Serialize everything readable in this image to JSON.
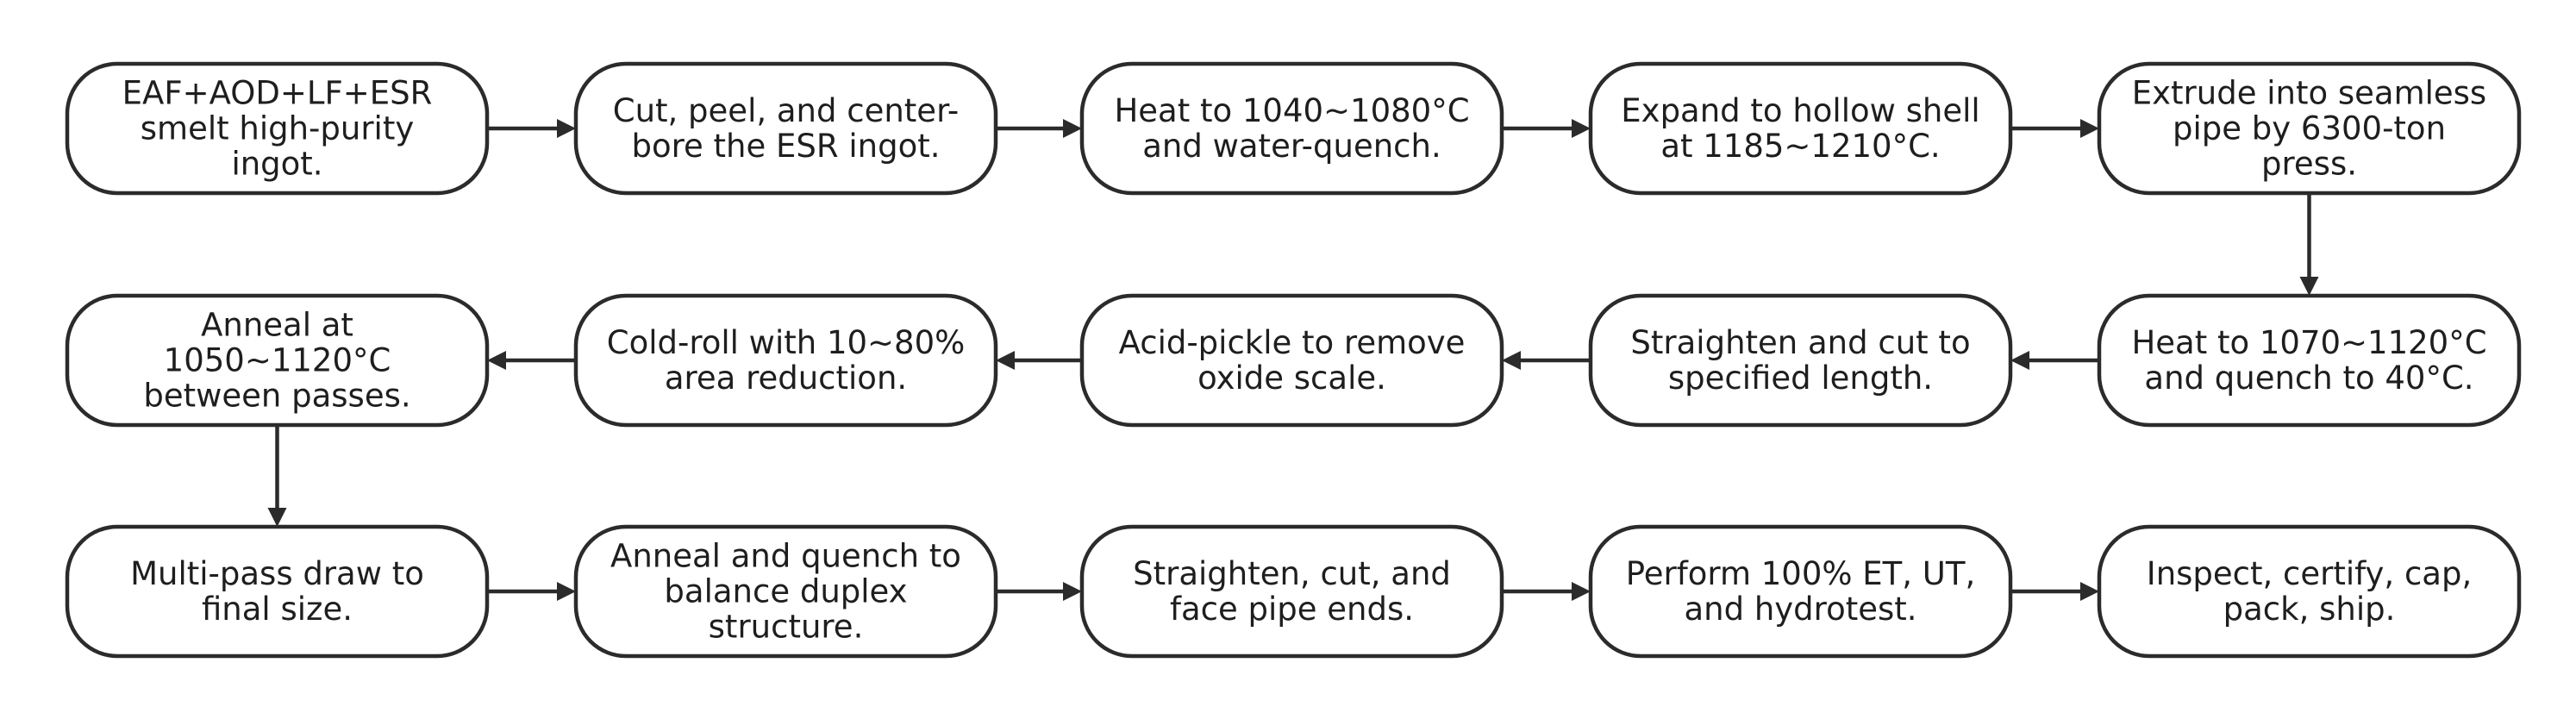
{
  "diagram": {
    "type": "flowchart",
    "nodes": [
      {
        "id": "n1",
        "lines": [
          "EAF+AOD+LF+ESR",
          "smelt high-purity",
          "ingot."
        ]
      },
      {
        "id": "n2",
        "lines": [
          "Cut, peel, and center-",
          "bore the ESR ingot."
        ]
      },
      {
        "id": "n3",
        "lines": [
          "Heat to 1040~1080°C",
          "and water-quench."
        ]
      },
      {
        "id": "n4",
        "lines": [
          "Expand to hollow shell",
          "at 1185~1210°C."
        ]
      },
      {
        "id": "n5",
        "lines": [
          "Extrude into seamless",
          "pipe by 6300-ton",
          "press."
        ]
      },
      {
        "id": "n6",
        "lines": [
          "Heat to 1070~1120°C",
          "and quench to 40°C."
        ]
      },
      {
        "id": "n7",
        "lines": [
          "Straighten and cut to",
          "specified length."
        ]
      },
      {
        "id": "n8",
        "lines": [
          "Acid-pickle to remove",
          "oxide scale."
        ]
      },
      {
        "id": "n9",
        "lines": [
          "Cold-roll with 10~80%",
          "area reduction."
        ]
      },
      {
        "id": "n10",
        "lines": [
          "Anneal at",
          "1050~1120°C",
          "between passes."
        ]
      },
      {
        "id": "n11",
        "lines": [
          "Multi-pass draw to",
          "final size."
        ]
      },
      {
        "id": "n12",
        "lines": [
          "Anneal and quench to",
          "balance duplex",
          "structure."
        ]
      },
      {
        "id": "n13",
        "lines": [
          "Straighten, cut, and",
          "face pipe ends."
        ]
      },
      {
        "id": "n14",
        "lines": [
          "Perform 100% ET, UT,",
          "and hydrotest."
        ]
      },
      {
        "id": "n15",
        "lines": [
          "Inspect, certify, cap,",
          "pack, ship."
        ]
      }
    ],
    "edges": [
      {
        "from": "n1",
        "to": "n2"
      },
      {
        "from": "n2",
        "to": "n3"
      },
      {
        "from": "n3",
        "to": "n4"
      },
      {
        "from": "n4",
        "to": "n5"
      },
      {
        "from": "n5",
        "to": "n6"
      },
      {
        "from": "n6",
        "to": "n7"
      },
      {
        "from": "n7",
        "to": "n8"
      },
      {
        "from": "n8",
        "to": "n9"
      },
      {
        "from": "n9",
        "to": "n10"
      },
      {
        "from": "n10",
        "to": "n11"
      },
      {
        "from": "n11",
        "to": "n12"
      },
      {
        "from": "n12",
        "to": "n13"
      },
      {
        "from": "n13",
        "to": "n14"
      },
      {
        "from": "n14",
        "to": "n15"
      }
    ],
    "colors": {
      "stroke": "#2b2b2b",
      "text": "#1e1e1e",
      "fill": "#ffffff"
    }
  }
}
